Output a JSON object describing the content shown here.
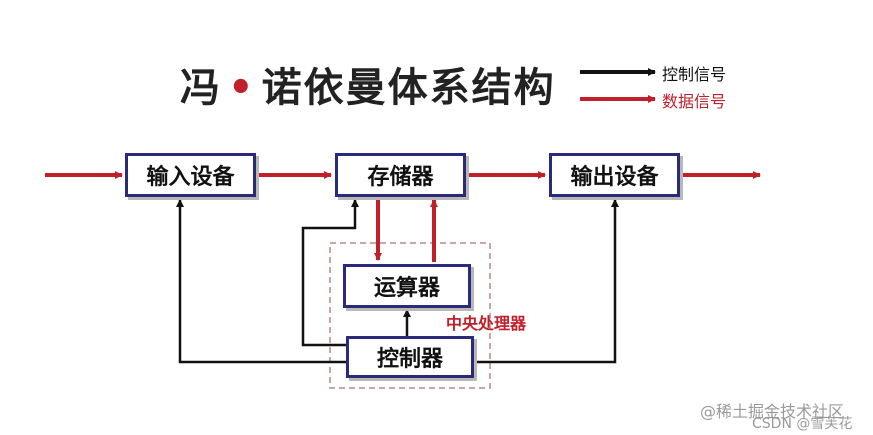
{
  "title": {
    "part1": "冯",
    "dot": "•",
    "part2": "诺依曼体系结构"
  },
  "legend": {
    "control": "控制信号",
    "data": "数据信号"
  },
  "nodes": {
    "input": "输入设备",
    "memory": "存储器",
    "output": "输出设备",
    "alu": "运算器",
    "control": "控制器"
  },
  "cpu_label": "中央处理器",
  "watermark": {
    "line1": "@稀土掘金技术社区",
    "line2": "CSDN @雪芙花"
  },
  "colors": {
    "data_signal": "#c0202a",
    "control_signal": "#111111",
    "box_border": "#2a2a7a"
  }
}
